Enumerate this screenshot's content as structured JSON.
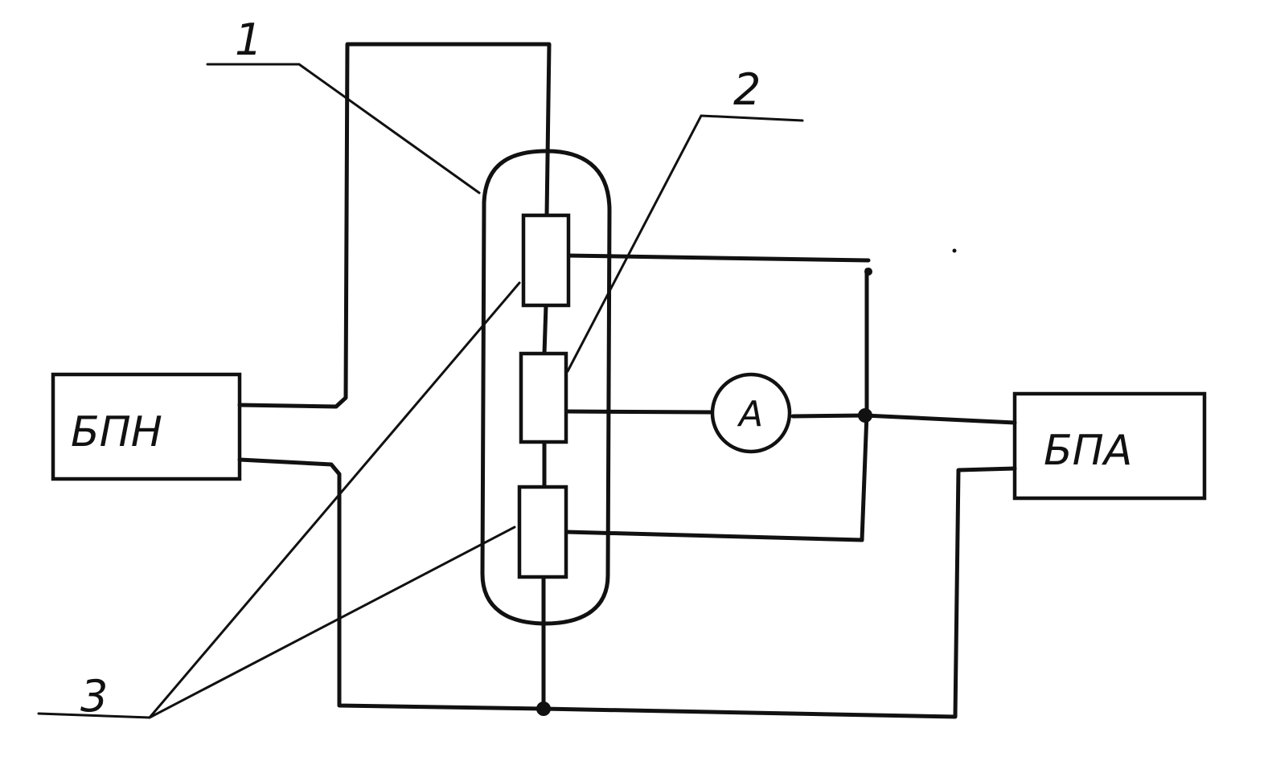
{
  "diagram": {
    "blocks": {
      "bpn_label": "БПН",
      "bpa_label": "БПА"
    },
    "ammeter": {
      "label": "A"
    },
    "callouts": {
      "one": "1",
      "two": "2",
      "three": "3"
    },
    "colors": {
      "ink": "#111111",
      "paper": "#ffffff"
    }
  }
}
